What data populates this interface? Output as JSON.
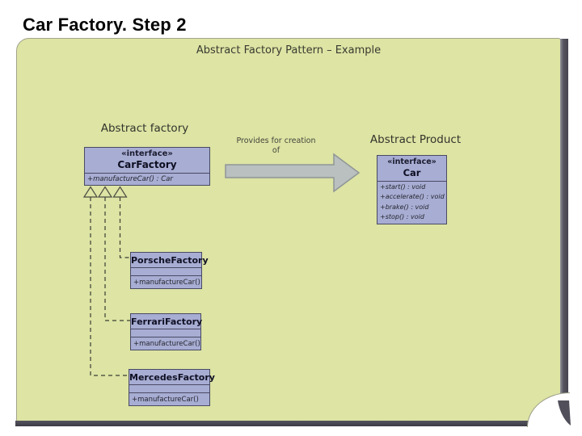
{
  "page": {
    "title": "Car Factory. Step 2"
  },
  "slide": {
    "title": "Abstract Factory Pattern – Example",
    "labels": {
      "abstract_factory": "Abstract factory",
      "abstract_product": "Abstract Product",
      "arrow_caption_line1": "Provides for creation",
      "arrow_caption_line2": "of"
    },
    "uml": {
      "car_factory": {
        "stereotype": "«interface»",
        "name": "CarFactory",
        "methods": [
          "+manufactureCar() : Car"
        ]
      },
      "car": {
        "stereotype": "«interface»",
        "name": "Car",
        "methods": [
          "+start() : void",
          "+accelerate() : void",
          "+brake() : void",
          "+stop() : void"
        ]
      },
      "factories": [
        {
          "name": "PorscheFactory",
          "methods": [
            "+manufactureCar()"
          ]
        },
        {
          "name": "FerrariFactory",
          "methods": [
            "+manufactureCar()"
          ]
        },
        {
          "name": "MercedesFactory",
          "methods": [
            "+manufactureCar()"
          ]
        }
      ]
    },
    "colors": {
      "slide_bg": "#dde4a4",
      "class_box_fill": "#a7add3",
      "class_box_border": "#4a4a63",
      "arrow_fill": "#babfbf",
      "frame_dark": "#504f5a"
    }
  }
}
